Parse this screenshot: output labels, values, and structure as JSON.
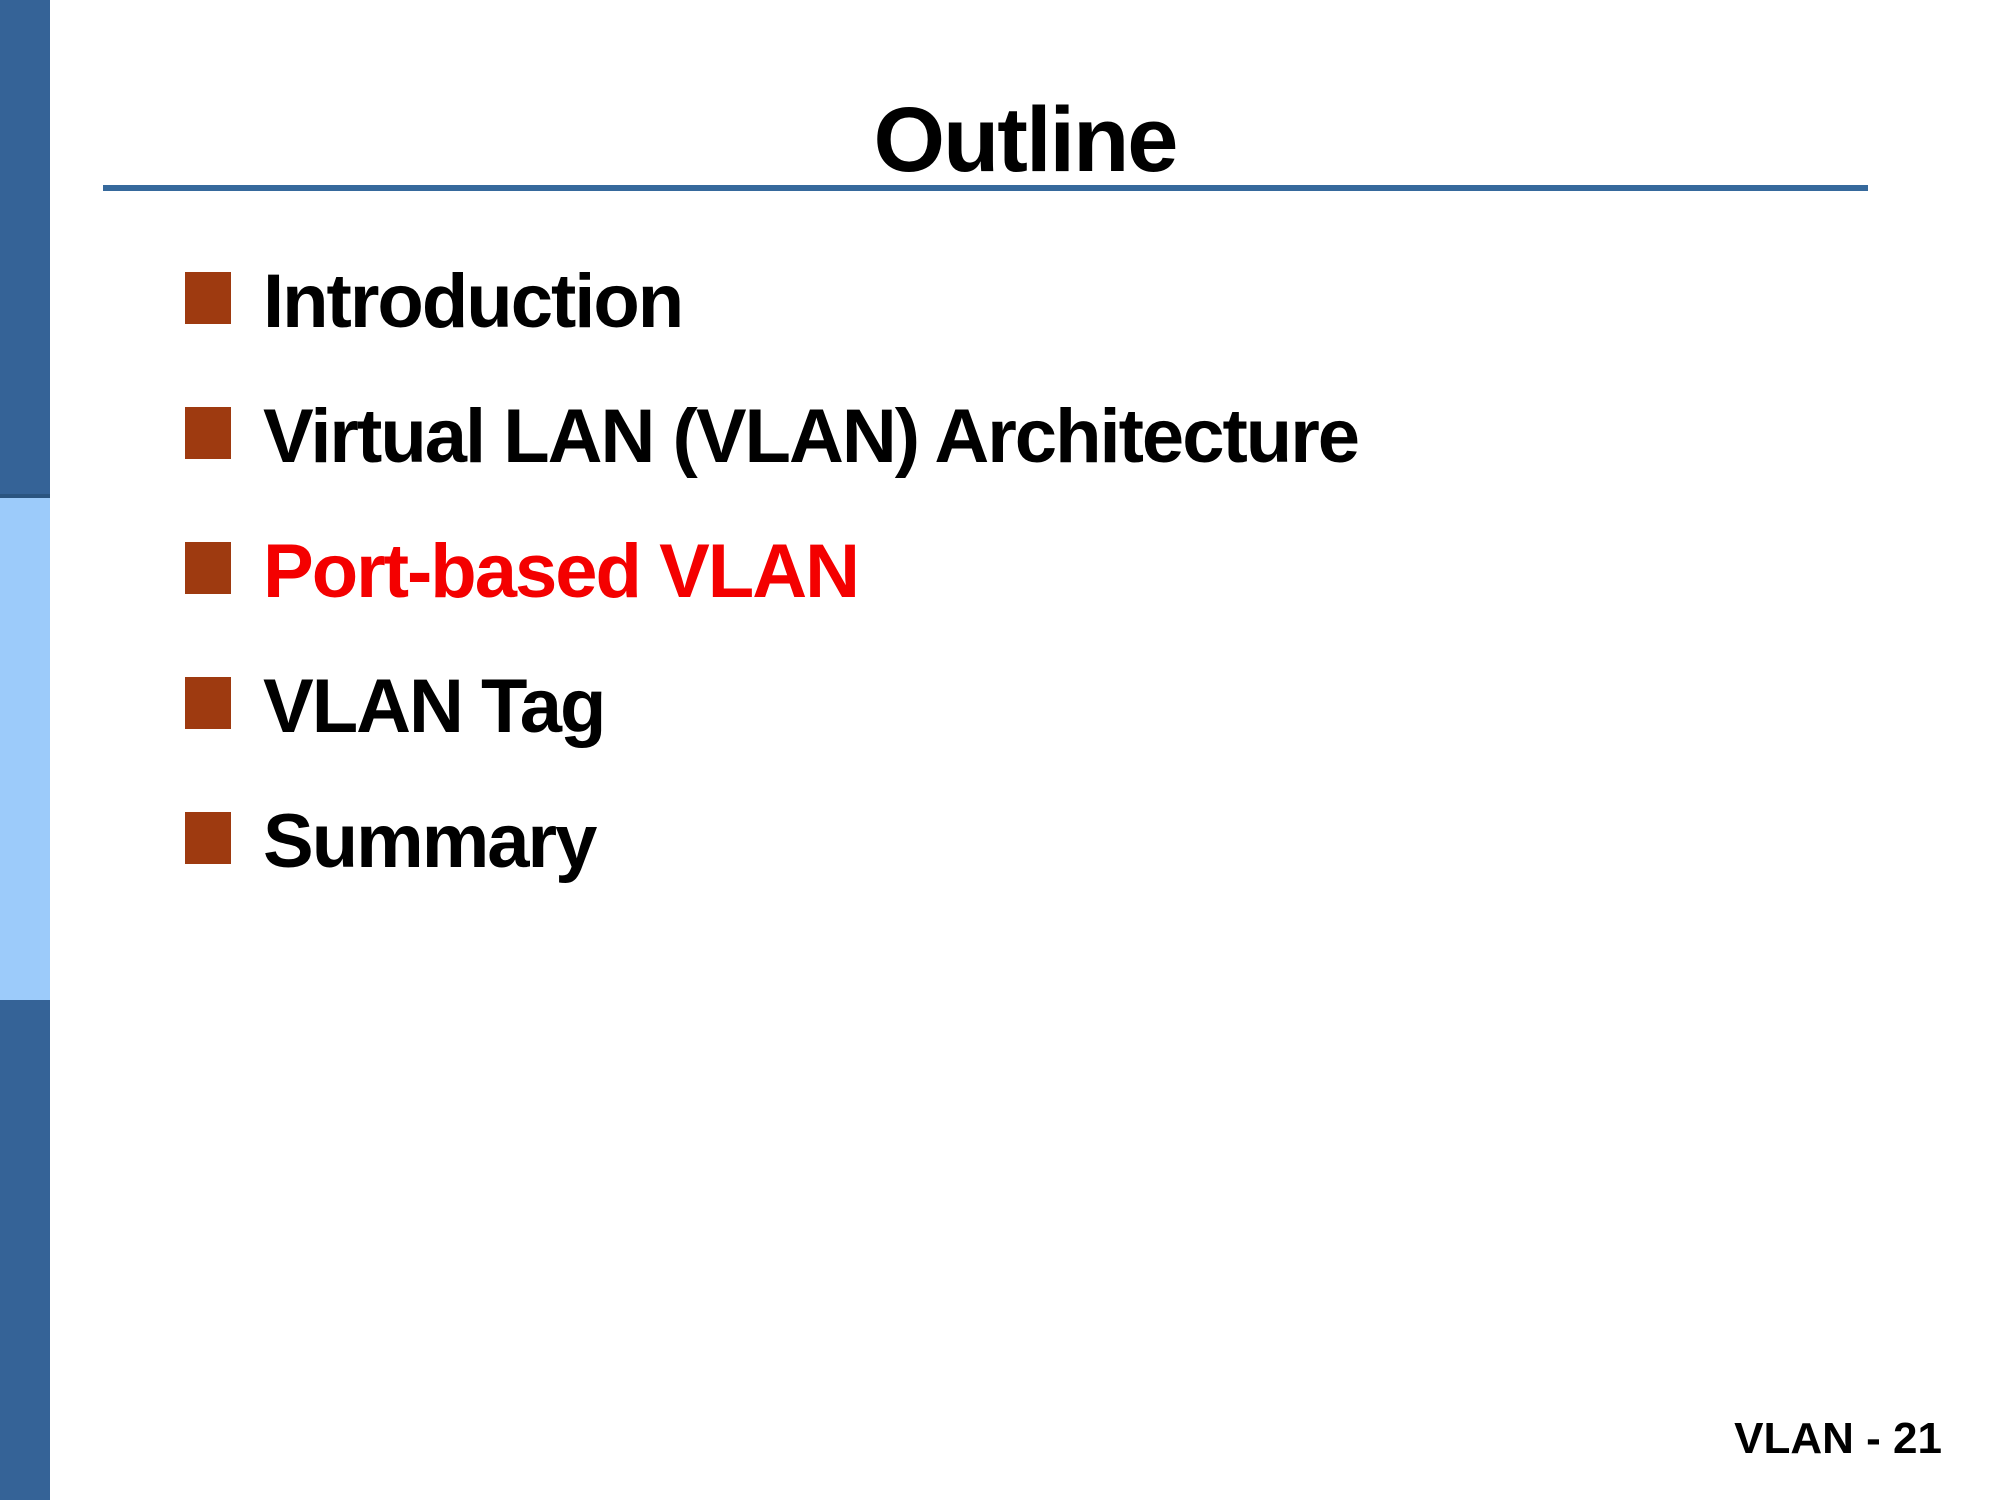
{
  "slide": {
    "title": "Outline",
    "footer": "VLAN - 21",
    "bullets": [
      {
        "label": "Introduction",
        "highlighted": false
      },
      {
        "label": "Virtual LAN (VLAN) Architecture",
        "highlighted": false
      },
      {
        "label": "Port-based VLAN",
        "highlighted": true
      },
      {
        "label": "VLAN Tag",
        "highlighted": false
      },
      {
        "label": "Summary",
        "highlighted": false
      }
    ],
    "colors": {
      "text": "#000000",
      "bullet_square": "#9e3a10",
      "highlight_text": "#f40000",
      "rule": "#36699c",
      "sidebar_dark": "#356397",
      "sidebar_light": "#9ccbfa"
    }
  }
}
